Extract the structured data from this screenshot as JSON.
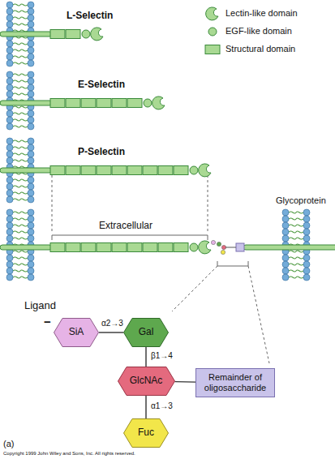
{
  "diagram": {
    "nodes": [
      {
        "text": [
          "SiA"
        ]
      },
      {
        "text": [
          "Gal"
        ]
      },
      {
        "text": [
          "GlcNAc"
        ]
      },
      {
        "text": [
          "Remainder of oligosaccharide"
        ]
      },
      {
        "text": [
          "Fuc"
        ]
      }
    ],
    "edges": [
      {
        "from": 0,
        "to": 1,
        "arrow": "none",
        "label": "α2→3"
      },
      {
        "from": 1,
        "to": 2,
        "arrow": "none",
        "label": "β1→4"
      },
      {
        "from": 2,
        "to": 3,
        "arrow": "none"
      },
      {
        "from": 2,
        "to": 4,
        "arrow": "none",
        "label": "α1→3"
      }
    ],
    "labels": [
      "L-Selectin",
      "E-Selectin",
      "P-Selectin",
      "Extracellular",
      "Glycoprotein",
      "Ligand",
      "−",
      "(a)",
      "Copyright 1999 John Wiley and Sons, Inc. All rights reserved."
    ],
    "legend": [
      {
        "text": "Lectin-like domain"
      },
      {
        "text": "EGF-like domain"
      },
      {
        "text": "Structural domain"
      }
    ]
  }
}
